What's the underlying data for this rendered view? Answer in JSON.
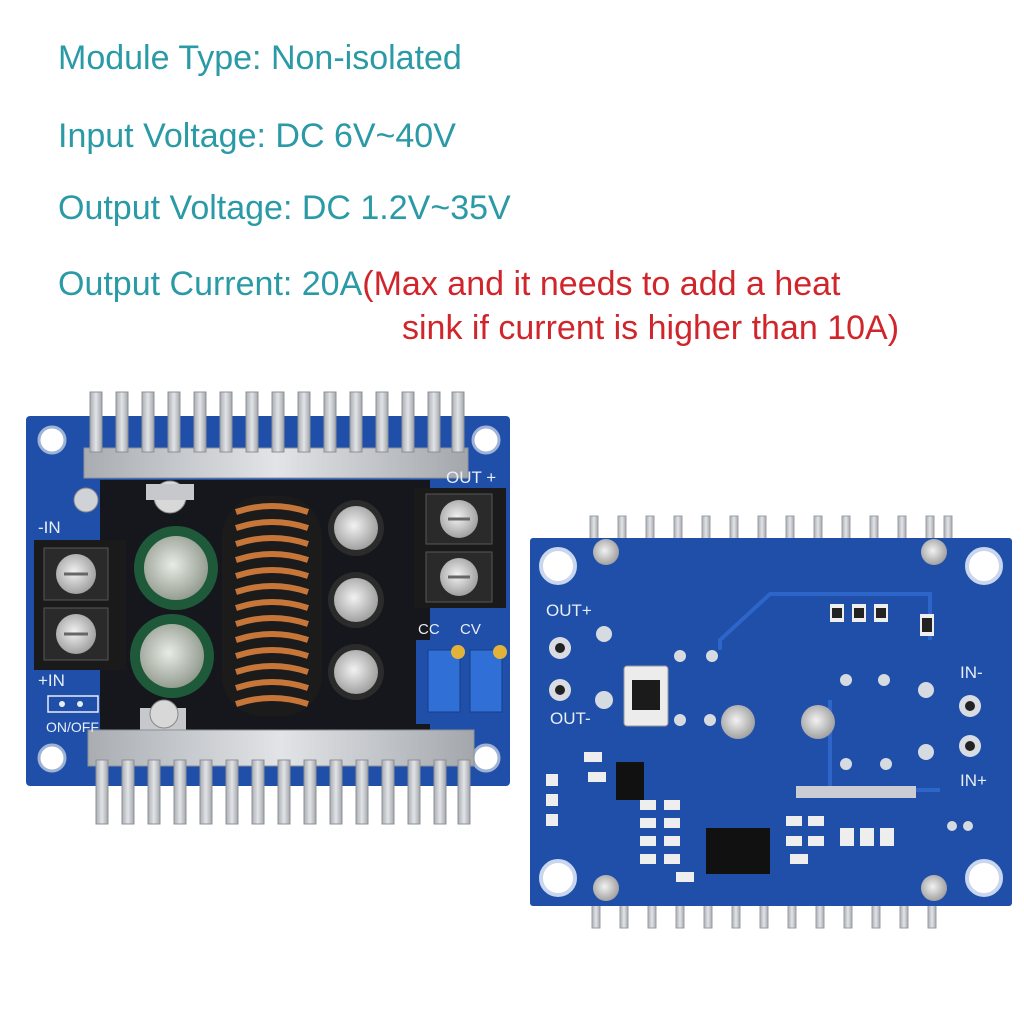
{
  "specs": {
    "module_type": "Module Type: Non-isolated",
    "input_voltage": "Input Voltage: DC 6V~40V",
    "output_voltage": "Output Voltage: DC 1.2V~35V",
    "output_current": "Output Current: 20A",
    "output_current_note_1": "(Max and it needs to add a heat",
    "output_current_note_2": "sink if current is higher than 10A)"
  },
  "front_board": {
    "out_label": "OUT +",
    "in_minus_label": "-IN",
    "in_plus_label": "+IN",
    "on_off_label": "ON/OFF",
    "cc_label": "CC",
    "cv_label": "CV"
  },
  "back_board": {
    "out_plus_label": "OUT+",
    "out_minus_label": "OUT-",
    "in_minus_label": "IN-",
    "in_plus_label": "IN+"
  },
  "colors": {
    "spec_text": "#2a9aa6",
    "note_text": "#d0262b",
    "pcb_blue": "#1f4fa8",
    "heatsink": "#c9ccd0"
  }
}
